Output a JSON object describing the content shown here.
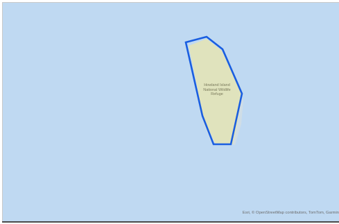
{
  "map": {
    "water_color": "#bfd9f2",
    "land_color": "#e0e3bd",
    "land_shadow_color": "#cfdde6",
    "boundary_color": "#1a5ee0"
  },
  "feature": {
    "label_lines": [
      "Howland Island",
      "National Wildlife",
      "Refuge"
    ]
  },
  "attribution": {
    "text": "Esri, © OpenStreetMap contributors, TomTom, Garmin"
  }
}
